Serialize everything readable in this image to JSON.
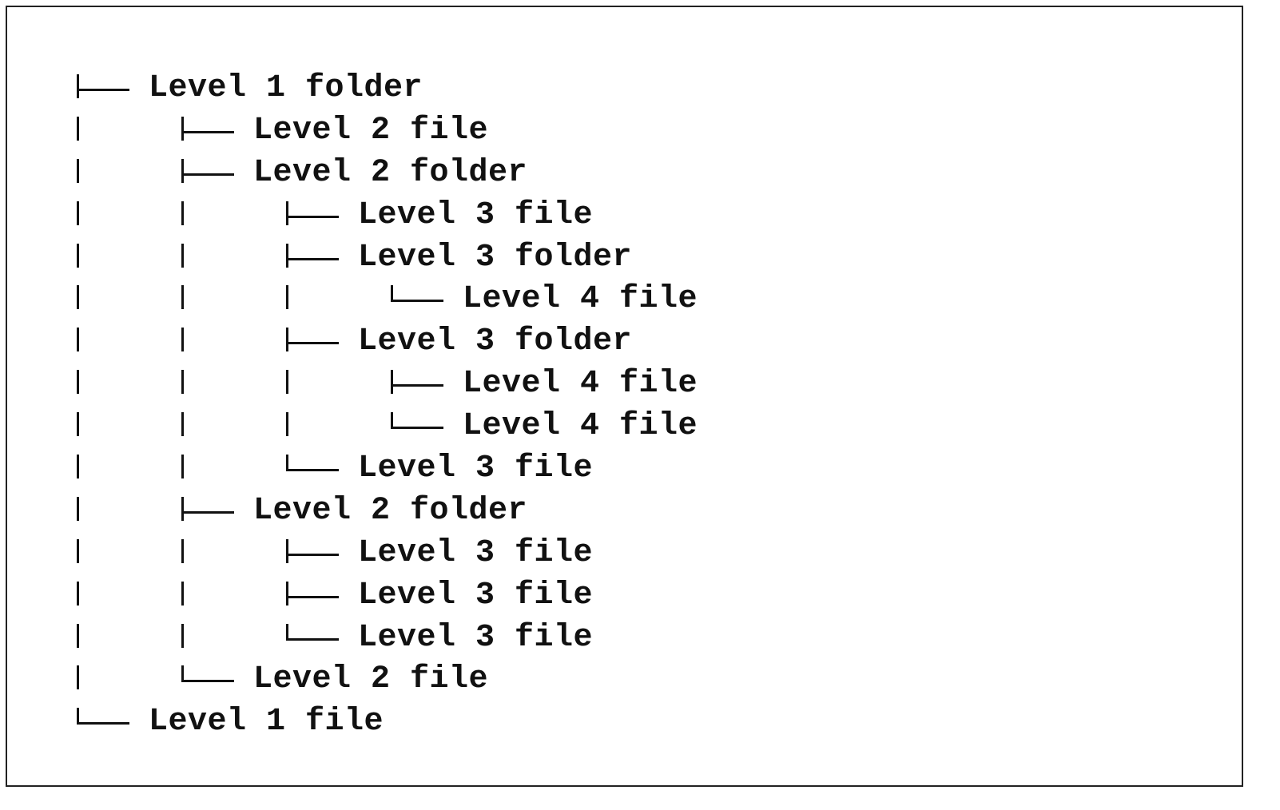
{
  "tree": {
    "rows": [
      {
        "depth": 1,
        "connector": "tee",
        "ancestors": [],
        "label": "Level 1 folder"
      },
      {
        "depth": 2,
        "connector": "tee",
        "ancestors": [
          true
        ],
        "label": "Level 2 file"
      },
      {
        "depth": 2,
        "connector": "tee",
        "ancestors": [
          true
        ],
        "label": "Level 2 folder"
      },
      {
        "depth": 3,
        "connector": "tee",
        "ancestors": [
          true,
          true
        ],
        "label": "Level 3 file"
      },
      {
        "depth": 3,
        "connector": "tee",
        "ancestors": [
          true,
          true
        ],
        "label": "Level 3 folder"
      },
      {
        "depth": 4,
        "connector": "elbow",
        "ancestors": [
          true,
          true,
          true
        ],
        "label": "Level 4 file"
      },
      {
        "depth": 3,
        "connector": "tee",
        "ancestors": [
          true,
          true
        ],
        "label": "Level 3 folder"
      },
      {
        "depth": 4,
        "connector": "tee",
        "ancestors": [
          true,
          true,
          true
        ],
        "label": "Level 4 file"
      },
      {
        "depth": 4,
        "connector": "elbow",
        "ancestors": [
          true,
          true,
          true
        ],
        "label": "Level 4 file"
      },
      {
        "depth": 3,
        "connector": "elbow",
        "ancestors": [
          true,
          true
        ],
        "label": "Level 3 file"
      },
      {
        "depth": 2,
        "connector": "tee",
        "ancestors": [
          true
        ],
        "label": "Level 2 folder"
      },
      {
        "depth": 3,
        "connector": "tee",
        "ancestors": [
          true,
          true
        ],
        "label": "Level 3 file"
      },
      {
        "depth": 3,
        "connector": "tee",
        "ancestors": [
          true,
          true
        ],
        "label": "Level 3 file"
      },
      {
        "depth": 3,
        "connector": "elbow",
        "ancestors": [
          true,
          true
        ],
        "label": "Level 3 file"
      },
      {
        "depth": 2,
        "connector": "elbow",
        "ancestors": [
          true
        ],
        "label": "Level 2 file"
      },
      {
        "depth": 1,
        "connector": "elbow",
        "ancestors": [],
        "label": "Level 1 file"
      }
    ]
  },
  "colors": {
    "line": "#111111",
    "text": "#111111",
    "border": "#222222",
    "background": "#ffffff"
  }
}
